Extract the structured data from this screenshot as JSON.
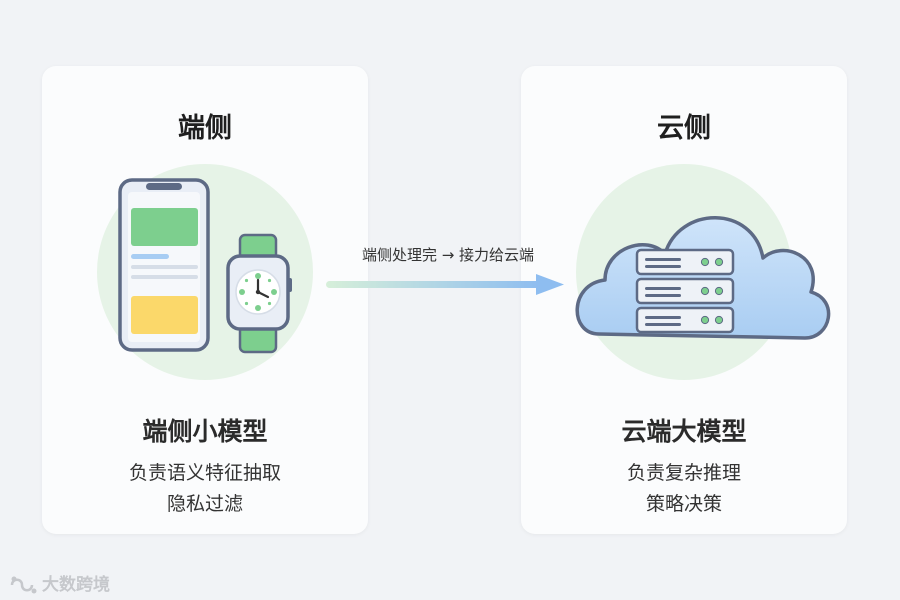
{
  "left_panel": {
    "title": "端侧",
    "subtitle": "端侧小模型",
    "desc_line1": "负责语义特征抽取",
    "desc_line2": "隐私过滤",
    "icons": [
      "smartphone-icon",
      "smartwatch-icon"
    ]
  },
  "right_panel": {
    "title": "云侧",
    "subtitle": "云端大模型",
    "desc_line1": "负责复杂推理",
    "desc_line2": "策略决策",
    "icons": [
      "cloud-icon",
      "server-rack-icon"
    ]
  },
  "flow": {
    "label": "端侧处理完 → 接力给云端"
  },
  "watermark": {
    "text": "大数跨境"
  },
  "colors": {
    "background": "#f1f3f6",
    "panel": "#fbfcfd",
    "circle": "#e6f3e7",
    "green": "#7dcf8e",
    "yellow": "#fbd86a",
    "blue": "#a8cdf3",
    "device_frame": "#5d6a85"
  }
}
